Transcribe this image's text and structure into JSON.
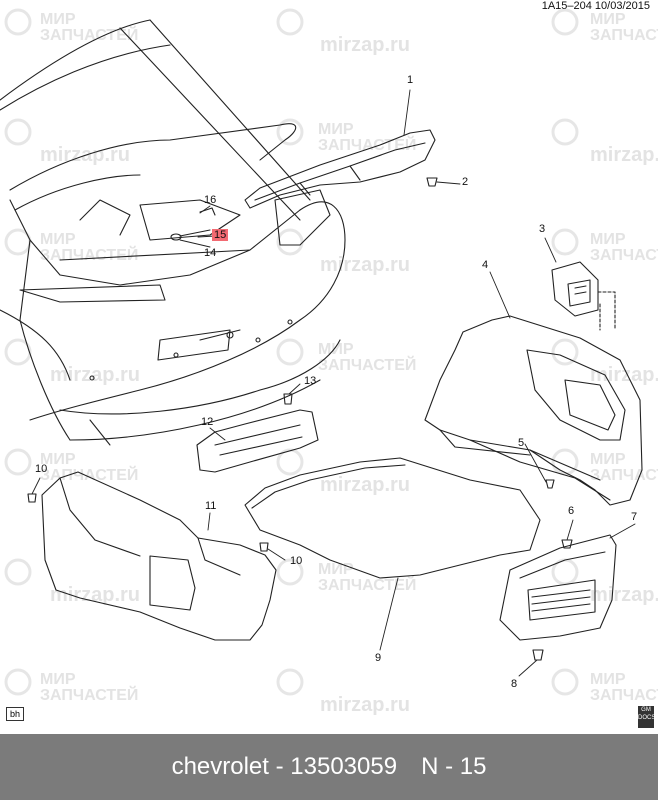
{
  "header": {
    "code": "1A15–204  10/03/2015"
  },
  "watermark": {
    "line1": "МИР",
    "line2": "ЗАПЧАСТЕЙ",
    "site": "mirzap.ru"
  },
  "callouts": {
    "c1": "1",
    "c2": "2",
    "c3": "3",
    "c4": "4",
    "c5": "5",
    "c6": "6",
    "c7": "7",
    "c8": "8",
    "c9": "9",
    "c10a": "10",
    "c10b": "10",
    "c11": "11",
    "c12": "12",
    "c13": "13",
    "c14": "14",
    "c15": "15",
    "c16": "16"
  },
  "badges": {
    "bh": "bh",
    "gm_line1": "GM",
    "gm_line2": "DOCS"
  },
  "footer": {
    "part": "chevrolet - 13503059",
    "page": "N - 15"
  },
  "colors": {
    "highlight": "#f26a72",
    "footer_bg": "#7b7b7b",
    "line": "#222222",
    "watermark": "#e3e3e3"
  }
}
